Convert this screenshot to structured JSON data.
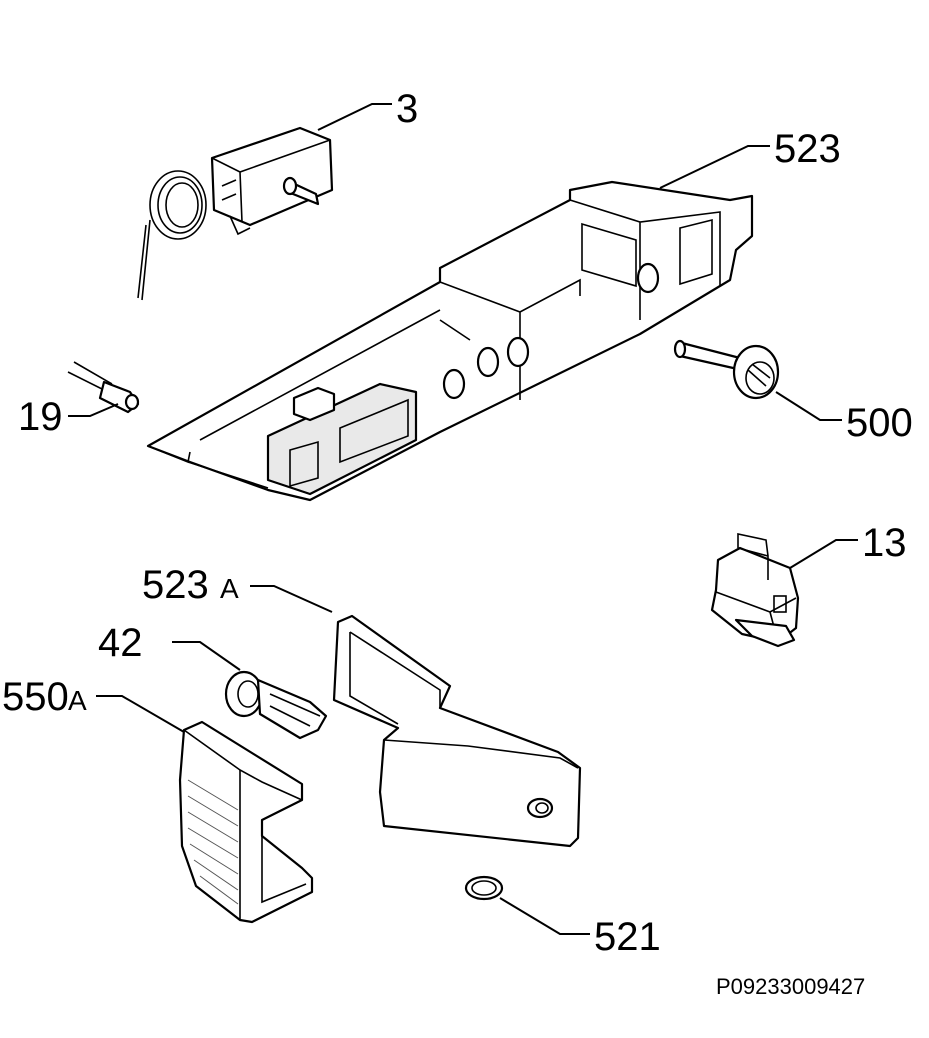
{
  "labels": {
    "p3": "3",
    "p523": "523",
    "p19": "19",
    "p500": "500",
    "p13": "13",
    "p523a_num": "523",
    "p523a_suffix": "A",
    "p42": "42",
    "p550a_num": "550",
    "p550a_suffix": "A",
    "p521": "521"
  },
  "reference_code": "P09233009427",
  "colors": {
    "line": "#000000",
    "background": "#ffffff",
    "shade": "#e9e9e9"
  }
}
